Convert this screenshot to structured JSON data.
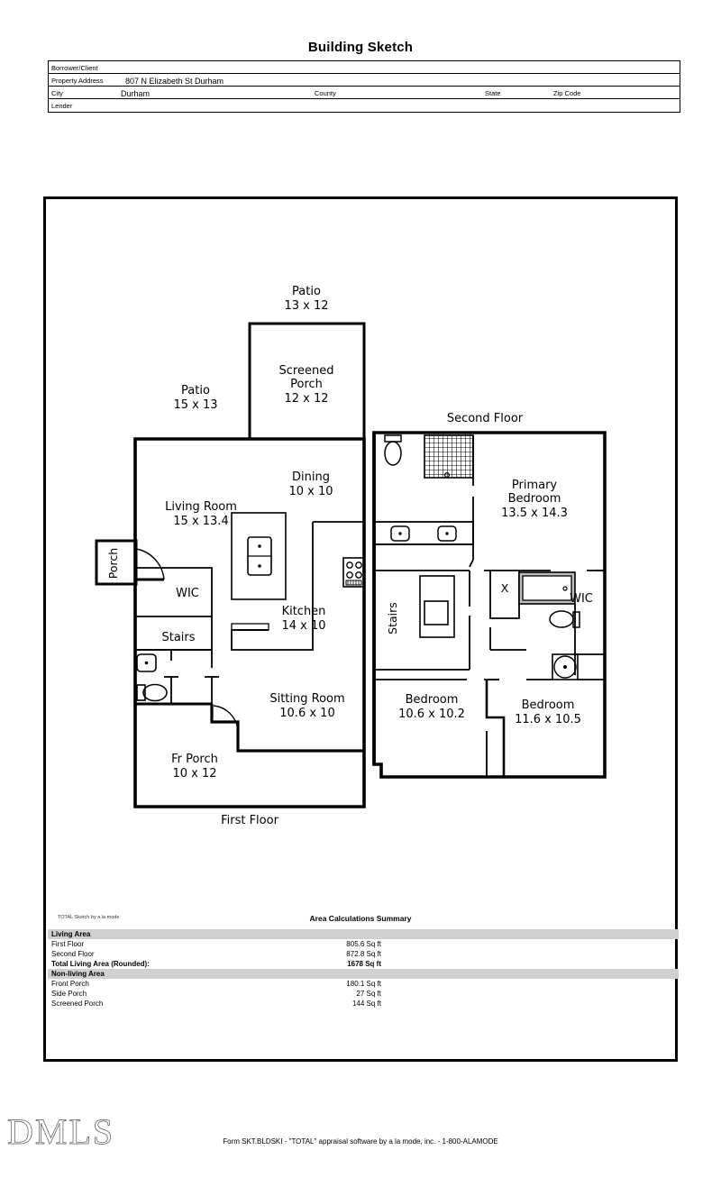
{
  "document": {
    "title": "Building Sketch",
    "footer_form": "Form SKT.BLDSKI - \"TOTAL\" appraisal software by a la mode, inc. - 1-800-ALAMODE",
    "watermark": "DMLS",
    "sketch_credit": "TOTAL Sketch by a la mode"
  },
  "header": {
    "rows": [
      {
        "label": "Borrower/Client",
        "value": ""
      },
      {
        "label": "Property Address",
        "value": "807 N Elizabeth St Durham"
      },
      {
        "label": "City",
        "value": "Durham"
      },
      {
        "label": "Lender",
        "value": ""
      }
    ],
    "city_label": "City",
    "city_value": "Durham",
    "county_label": "County",
    "county_value": "",
    "state_label": "State",
    "state_value": "",
    "zip_label": "Zip Code",
    "zip_value": ""
  },
  "sketch": {
    "first_floor": {
      "title": "First Floor",
      "rooms": [
        {
          "name": "Patio",
          "dims": "13 x 12"
        },
        {
          "name": "Patio",
          "dims": "15 x 13"
        },
        {
          "name": "Screened\nPorch",
          "dims": "12 x 12",
          "line1": "Screened",
          "line2": "Porch"
        },
        {
          "name": "Living Room",
          "dims": "15 x 13.4"
        },
        {
          "name": "Dining",
          "dims": "10 x 10"
        },
        {
          "name": "Kitchen",
          "dims": "14 x 10"
        },
        {
          "name": "Sitting Room",
          "dims": "10.6 x 10"
        },
        {
          "name": "Fr Porch",
          "dims": "10 x 12"
        },
        {
          "name": "Porch",
          "dims": ""
        },
        {
          "name": "WIC",
          "dims": ""
        },
        {
          "name": "Stairs",
          "dims": ""
        }
      ],
      "labels": {
        "patio_top": "Patio",
        "patio_top_dims": "13 x 12",
        "patio_left": "Patio",
        "patio_left_dims": "15 x 13",
        "screened_porch_l1": "Screened",
        "screened_porch_l2": "Porch",
        "screened_porch_dims": "12 x 12",
        "living_room": "Living Room",
        "living_room_dims": "15 x 13.4",
        "dining": "Dining",
        "dining_dims": "10 x 10",
        "kitchen": "Kitchen",
        "kitchen_dims": "14 x 10",
        "sitting_room": "Sitting Room",
        "sitting_room_dims": "10.6 x 10",
        "fr_porch": "Fr Porch",
        "fr_porch_dims": "10 x 12",
        "porch": "Porch",
        "wic": "WIC",
        "stairs": "Stairs"
      }
    },
    "second_floor": {
      "title": "Second Floor",
      "labels": {
        "primary_l1": "Primary",
        "primary_l2": "Bedroom",
        "primary_dims": "13.5 x 14.3",
        "bedroom_left": "Bedroom",
        "bedroom_left_dims": "10.6 x 10.2",
        "bedroom_right": "Bedroom",
        "bedroom_right_dims": "11.6 x 10.5",
        "wic": "WIC",
        "stairs": "Stairs",
        "closet_x": "X"
      }
    }
  },
  "area_summary": {
    "title": "Area Calculations Summary",
    "living_header": "Living Area",
    "living_rows": [
      {
        "label": "First Floor",
        "value": "805.6 Sq ft"
      },
      {
        "label": "Second Floor",
        "value": "872.8 Sq ft"
      }
    ],
    "total_label": "Total Living Area (Rounded):",
    "total_value": "1678 Sq ft",
    "nonliving_header": "Non-living Area",
    "nonliving_rows": [
      {
        "label": "Front Porch",
        "value": "180.1 Sq ft"
      },
      {
        "label": "Side Porch",
        "value": "27 Sq ft"
      },
      {
        "label": "Screened Porch",
        "value": "144 Sq ft"
      }
    ]
  }
}
